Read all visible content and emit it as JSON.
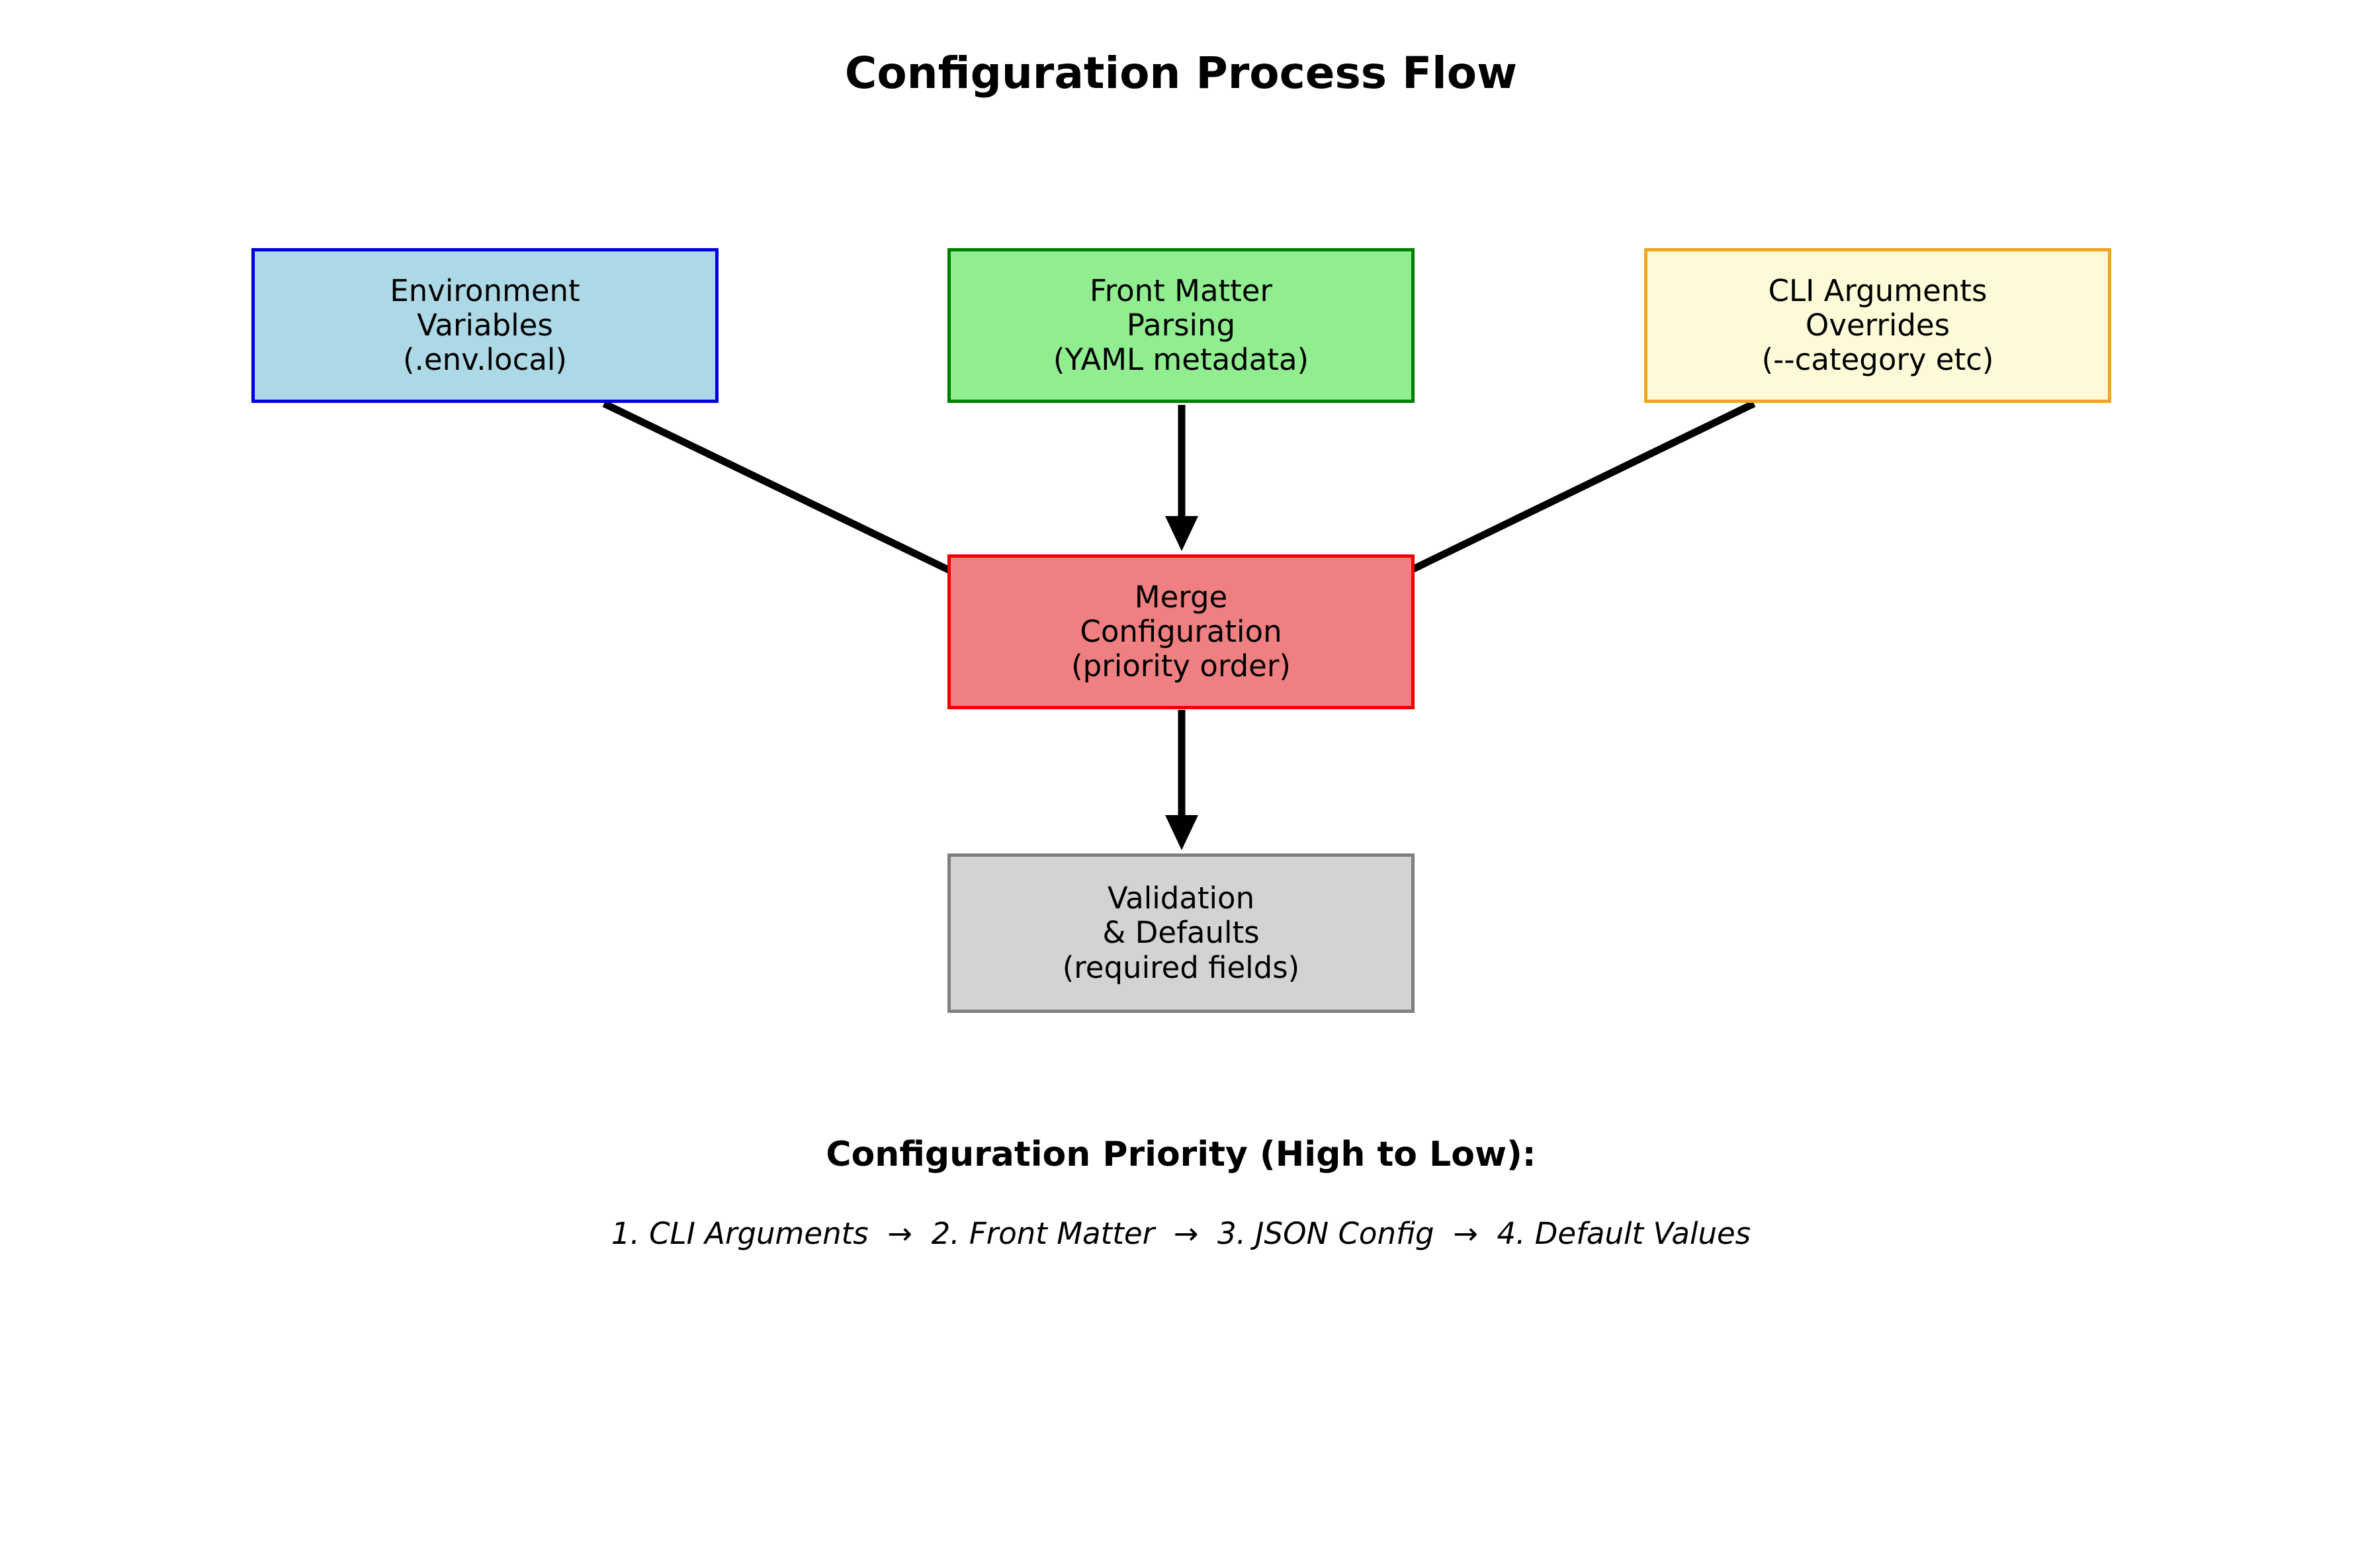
{
  "title": "Configuration Process Flow",
  "nodes": {
    "env": {
      "lines": [
        "Environment",
        "Variables",
        "(.env.local)"
      ],
      "fill": "#add8e6",
      "border": "#0000dd"
    },
    "front_matter": {
      "lines": [
        "Front Matter",
        "Parsing",
        "(YAML metadata)"
      ],
      "fill": "#90ee90",
      "border": "#008000"
    },
    "cli": {
      "lines": [
        "CLI Arguments",
        "Overrides",
        "(--category etc)"
      ],
      "fill": "#fdfbd7",
      "border": "#efa51f"
    },
    "merge": {
      "lines": [
        "Merge",
        "Configuration",
        "(priority order)"
      ],
      "fill": "#ef7f81",
      "border": "#ee0000"
    },
    "validation": {
      "lines": [
        "Validation",
        "& Defaults",
        "(required fields)"
      ],
      "fill": "#d3d3d3",
      "border": "#808080"
    }
  },
  "arrows": [
    {
      "name": "env-to-merge",
      "from": "env",
      "to": "merge",
      "style": "diagonal"
    },
    {
      "name": "front-matter-to-merge",
      "from": "front_matter",
      "to": "merge",
      "style": "vertical"
    },
    {
      "name": "cli-to-merge",
      "from": "cli",
      "to": "merge",
      "style": "diagonal"
    },
    {
      "name": "merge-to-validation",
      "from": "merge",
      "to": "validation",
      "style": "vertical"
    }
  ],
  "footer": {
    "heading": "Configuration Priority (High to Low):",
    "list": "1. CLI Arguments  →  2. Front Matter  →  3. JSON Config  →  4. Default Values"
  },
  "colors": {
    "arrow": "#000000",
    "text": "#000000",
    "background": "#ffffff"
  }
}
